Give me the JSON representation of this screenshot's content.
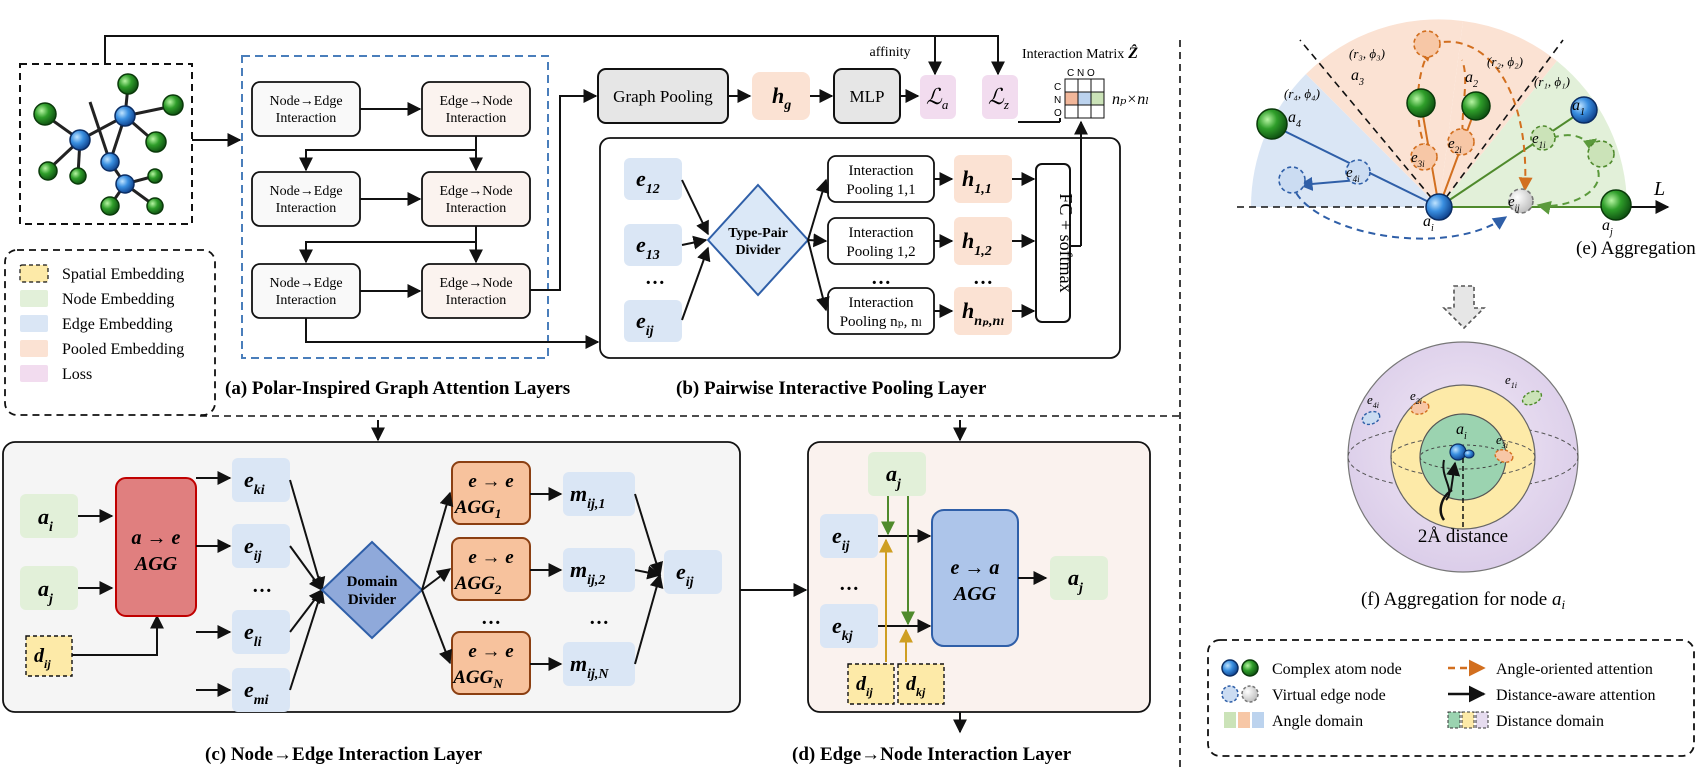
{
  "legend_left": {
    "items": [
      {
        "label": "Spatial Embedding",
        "color": "#fdeaa8"
      },
      {
        "label": "Node Embedding",
        "color": "#e2f0d9"
      },
      {
        "label": "Edge Embedding",
        "color": "#dae6f5"
      },
      {
        "label": "Pooled Embedding",
        "color": "#fbe2d3"
      },
      {
        "label": "Loss",
        "color": "#f2dcef"
      }
    ]
  },
  "panel_a": {
    "caption": "(a) Polar-Inspired Graph Attention Layers",
    "block_line1_ne": "Node→Edge",
    "block_line1_en": "Edge→Node",
    "block_line2": "Interaction"
  },
  "panel_b": {
    "caption": "(b) Pairwise Interactive Pooling Layer",
    "graph_pooling": "Graph Pooling",
    "hg": "h",
    "hg_sub": "g",
    "mlp": "MLP",
    "affinity": "affinity",
    "loss_a": "ℒ",
    "loss_a_sub": "a",
    "loss_z": "ℒ",
    "loss_z_sub": "z",
    "interaction_matrix": "Interaction Matrix",
    "z_hat": "Ẑ",
    "matrix_cols": "C N O",
    "matrix_rows": [
      "C",
      "N",
      "O"
    ],
    "matrix_size": "nₚ×nₗ",
    "edges": [
      {
        "main": "e",
        "sub": "12"
      },
      {
        "main": "e",
        "sub": "13"
      },
      {
        "main": "…",
        "sub": ""
      },
      {
        "main": "e",
        "sub": "ij"
      }
    ],
    "divider_line1": "Type-Pair",
    "divider_line2": "Divider",
    "pool_title": "Interaction",
    "pool_subs": [
      "Pooling 1,1",
      "Pooling 1,2",
      "Pooling nₚ, nₗ"
    ],
    "h_subs": [
      "1,1",
      "1,2",
      "nₚ,nₗ"
    ],
    "h_main": "h",
    "ellipsis": "…",
    "fc": "FC + softmax"
  },
  "panel_c": {
    "caption": "(c) Node→Edge Interaction Layer",
    "inputs": [
      {
        "main": "a",
        "sub": "i"
      },
      {
        "main": "a",
        "sub": "j"
      },
      {
        "main": "d",
        "sub": "ij"
      }
    ],
    "agg_line1": "a → e",
    "agg_line2": "AGG",
    "edges": [
      {
        "main": "e",
        "sub": "ki"
      },
      {
        "main": "e",
        "sub": "ij"
      },
      {
        "main": "…",
        "sub": ""
      },
      {
        "main": "e",
        "sub": "li"
      },
      {
        "main": "e",
        "sub": "mi"
      }
    ],
    "divider_line1": "Domain",
    "divider_line2": "Divider",
    "aggs": [
      {
        "line1": "e → e",
        "line2": "AGG",
        "sub": "1"
      },
      {
        "line1": "e → e",
        "line2": "AGG",
        "sub": "2"
      },
      {
        "line1": "e → e",
        "line2": "AGG",
        "sub": "N"
      }
    ],
    "messages": [
      {
        "main": "m",
        "sub": "ij,1"
      },
      {
        "main": "m",
        "sub": "ij,2"
      },
      {
        "main": "m",
        "sub": "ij,N"
      }
    ],
    "output": {
      "main": "e",
      "sub": "ij"
    },
    "ellipsis": "…"
  },
  "panel_d": {
    "caption": "(d) Edge→Node Interaction Layer",
    "aj_top": {
      "main": "a",
      "sub": "j"
    },
    "edges": [
      {
        "main": "e",
        "sub": "ij"
      },
      {
        "main": "…",
        "sub": ""
      },
      {
        "main": "e",
        "sub": "kj"
      }
    ],
    "dists": [
      {
        "main": "d",
        "sub": "ij"
      },
      {
        "main": "d",
        "sub": "kj"
      }
    ],
    "agg_line1": "e → a",
    "agg_line2": "AGG",
    "output": {
      "main": "a",
      "sub": "j"
    }
  },
  "panel_e": {
    "caption": "(e) Aggregation for edge ",
    "caption_var": "e",
    "caption_sub": "ij",
    "axis_label": "L",
    "polar_labels": [
      {
        "text": "(r₄, ϕ₄)"
      },
      {
        "text": "(r₃, ϕ₃)"
      },
      {
        "text": "(r₂, ϕ₂)"
      },
      {
        "text": "(r₁, ϕ₁)"
      }
    ],
    "atom_labels": [
      {
        "main": "a",
        "sub": "4"
      },
      {
        "main": "a",
        "sub": "3"
      },
      {
        "main": "a",
        "sub": "2"
      },
      {
        "main": "a",
        "sub": "1"
      },
      {
        "main": "a",
        "sub": "i"
      },
      {
        "main": "a",
        "sub": "j"
      }
    ],
    "edge_labels": [
      {
        "main": "e",
        "sub": "4i"
      },
      {
        "main": "e",
        "sub": "3i"
      },
      {
        "main": "e",
        "sub": "2i"
      },
      {
        "main": "e",
        "sub": "1i"
      },
      {
        "main": "e",
        "sub": "ij"
      }
    ]
  },
  "panel_f": {
    "caption": "(f) Aggregation for node ",
    "caption_var": "a",
    "caption_sub": "i",
    "distance": "2Å distance",
    "center": {
      "main": "a",
      "sub": "i"
    },
    "edge_labels": [
      {
        "main": "e",
        "sub": "4i"
      },
      {
        "main": "e",
        "sub": "2i"
      },
      {
        "main": "e",
        "sub": "1i"
      },
      {
        "main": "e",
        "sub": "3i"
      }
    ]
  },
  "legend_right": {
    "items": [
      {
        "label": "Complex atom node"
      },
      {
        "label": "Angle-oriented attention"
      },
      {
        "label": "Virtual edge node"
      },
      {
        "label": "Distance-aware attention"
      },
      {
        "label": "Angle domain"
      },
      {
        "label": "Distance domain"
      }
    ]
  },
  "colors": {
    "spatial": "#fdeaa8",
    "node": "#e2f0d9",
    "edge": "#dae6f5",
    "pooled": "#fbe2d3",
    "loss": "#f2dcef",
    "dashed_blue": "#4a7ebb",
    "agg_red": "#e07f7f",
    "agg_orange": "#f7c29d",
    "agg_blue": "#adc5ea",
    "divider": "#8fa9da",
    "divider_light": "#dbe8f7",
    "angle_orange": "#d26f1f",
    "green_arrow": "#4f8a2c",
    "gold_arrow": "#cf9f22"
  }
}
